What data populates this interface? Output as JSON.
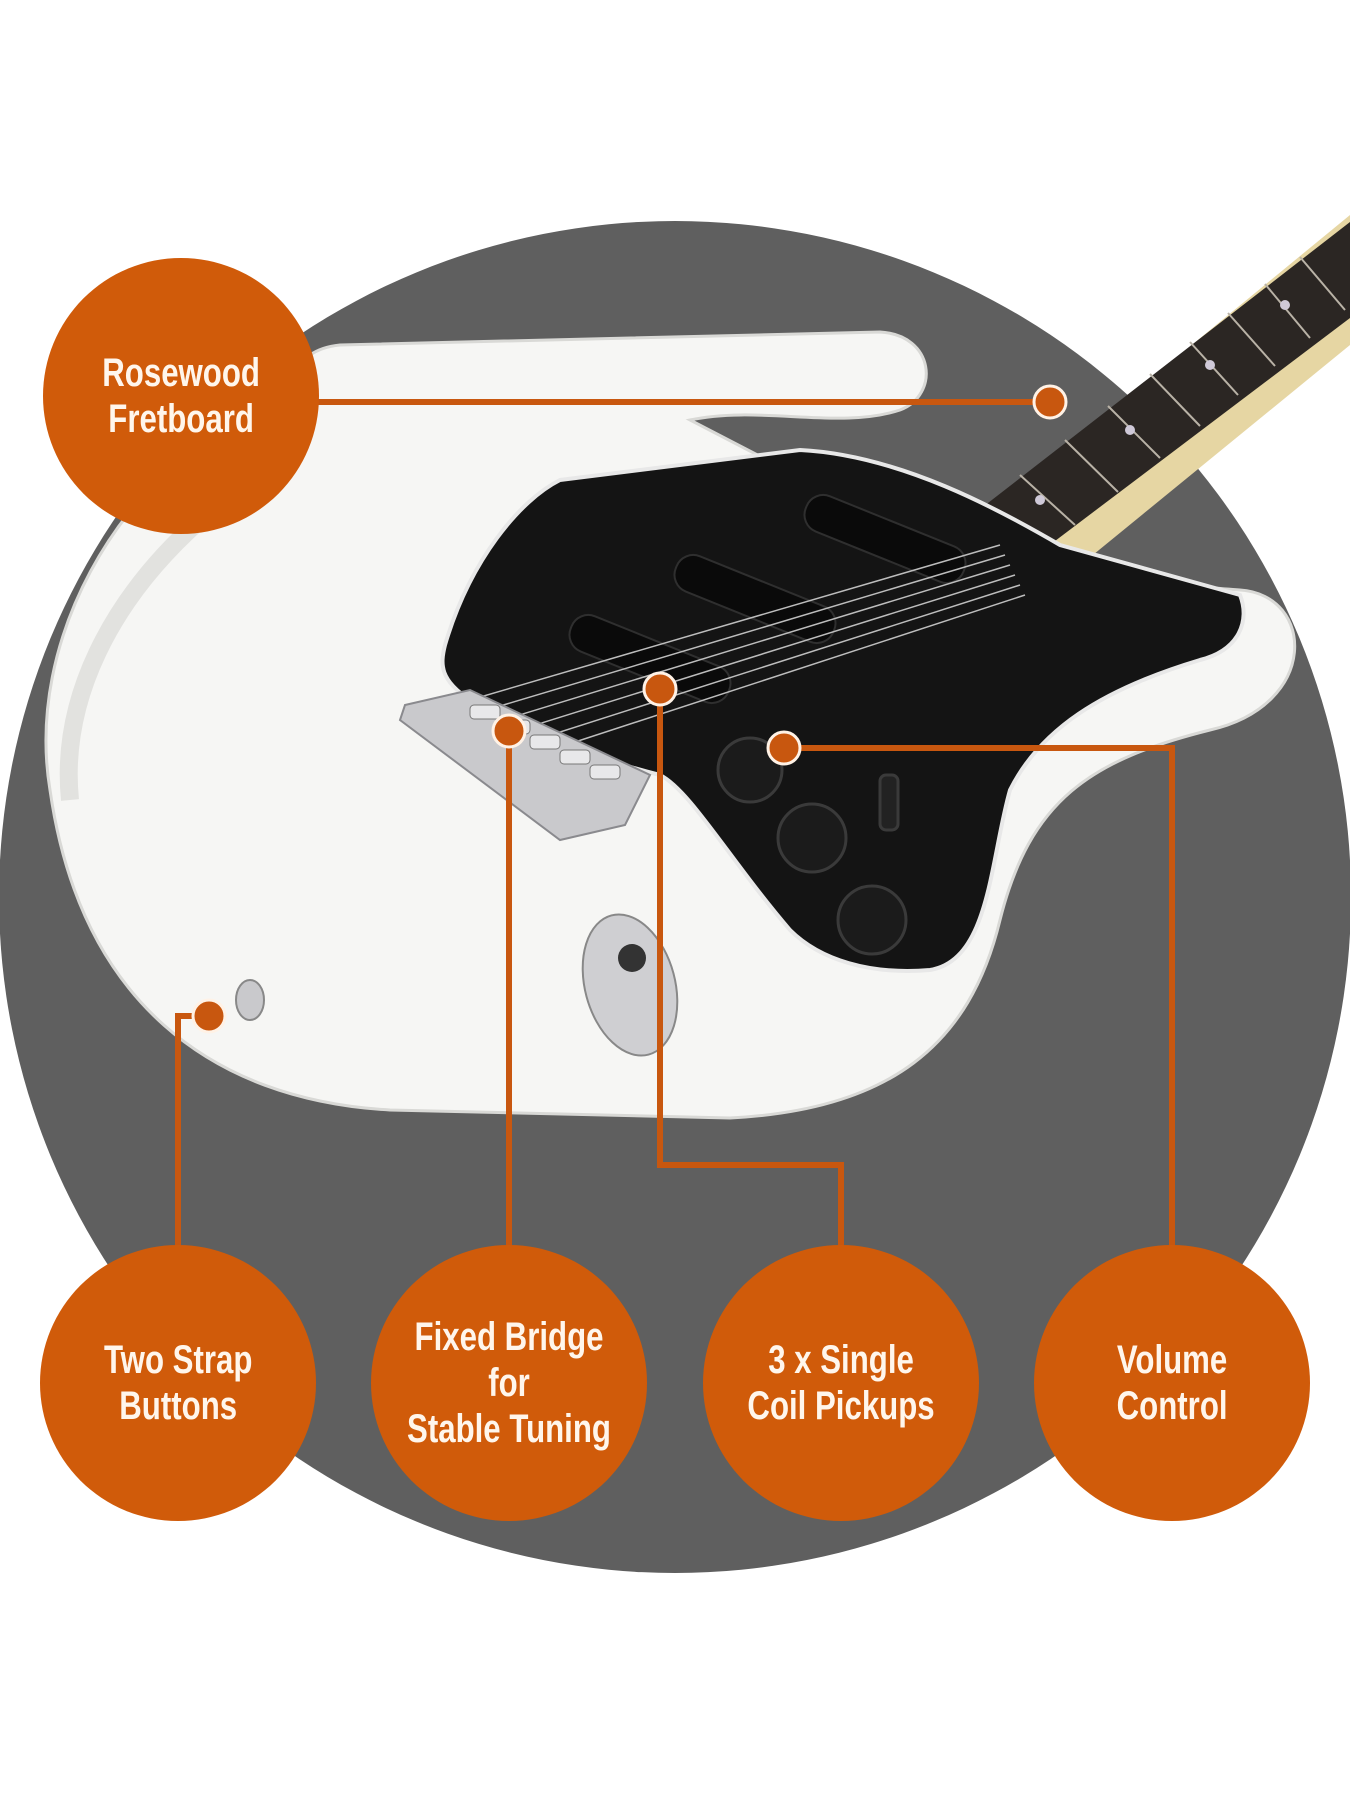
{
  "colors": {
    "accent": "#d05b0a",
    "line": "#c8570f",
    "backdrop": "#5f5f5f"
  },
  "callouts": [
    {
      "label": "Rosewood\nFretboard"
    },
    {
      "label": "Two Strap\nButtons"
    },
    {
      "label": "Fixed Bridge for\nStable Tuning"
    },
    {
      "label": "3 x Single\nCoil Pickups"
    },
    {
      "label": "Volume\nControl"
    }
  ]
}
